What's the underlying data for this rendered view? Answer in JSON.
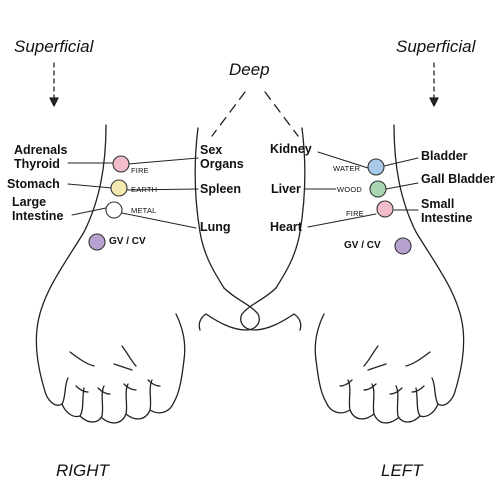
{
  "headings": {
    "superficial_left": "Superficial",
    "superficial_right": "Superficial",
    "deep": "Deep",
    "hand_right": "RIGHT",
    "hand_left": "LEFT"
  },
  "right_hand": {
    "organs": {
      "adrenals": "Adrenals",
      "thyroid": "Thyroid",
      "stomach": "Stomach",
      "large_intestine": "Large\nIntestine",
      "sex_organs": "Sex\nOrgans",
      "spleen": "Spleen",
      "lung": "Lung"
    },
    "points": [
      {
        "element": "FIRE",
        "color": "#f2bccb"
      },
      {
        "element": "EARTH",
        "color": "#f3eab2"
      },
      {
        "element": "METAL",
        "color": "#ffffff"
      }
    ],
    "gv_cv": {
      "label": "GV / CV",
      "color": "#b8a3d0"
    }
  },
  "left_hand": {
    "organs": {
      "kidney": "Kidney",
      "liver": "Liver",
      "heart": "Heart",
      "bladder": "Bladder",
      "gall_bladder": "Gall Bladder",
      "small_intestine": "Small\nIntestine"
    },
    "points": [
      {
        "element": "WATER",
        "color": "#a9cbe9"
      },
      {
        "element": "WOOD",
        "color": "#a8d5b2"
      },
      {
        "element": "FIRE",
        "color": "#f2bccb"
      }
    ],
    "gv_cv": {
      "label": "GV / CV",
      "color": "#b8a3d0"
    }
  }
}
